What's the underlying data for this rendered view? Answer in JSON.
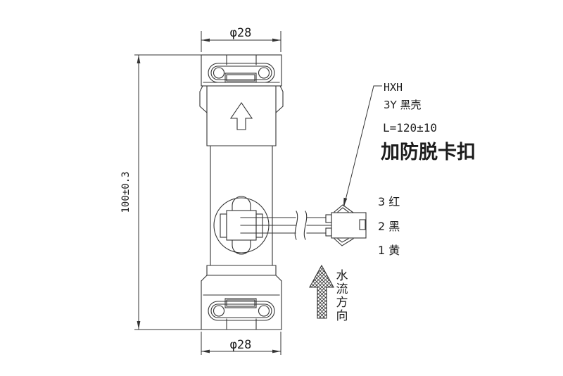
{
  "dimensions": {
    "top_diameter": "φ28",
    "height": "100±0.3",
    "bottom_diameter": "φ28"
  },
  "callout": {
    "line1": "HXH",
    "line2": "3Y 黑壳",
    "line3": "L=120±10",
    "line4": "加防脱卡扣"
  },
  "wires": [
    {
      "label": "3 红"
    },
    {
      "label": "2 黑"
    },
    {
      "label": "1 黄"
    }
  ],
  "flow": {
    "label": "水流方向",
    "chars": [
      "水",
      "流",
      "方",
      "向"
    ]
  },
  "colors": {
    "line": "#333333",
    "text": "#1c1c1c",
    "background": "#ffffff"
  }
}
